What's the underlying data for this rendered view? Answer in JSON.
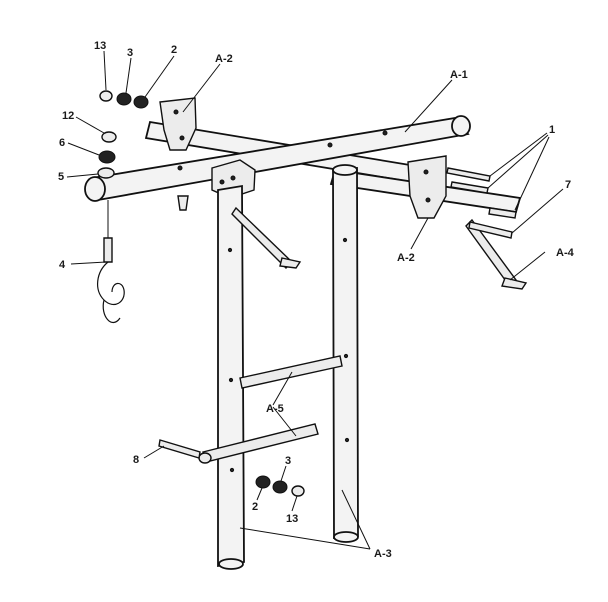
{
  "callouts": {
    "p13_top": "13",
    "p3_top": "3",
    "p2_top": "2",
    "a2_top": "A-2",
    "a1": "A-1",
    "p12": "12",
    "p6": "6",
    "p5": "5",
    "p1": "1",
    "p7": "7",
    "a2_right": "A-2",
    "a4": "A-4",
    "p4": "4",
    "a5": "A-5",
    "p8": "8",
    "p3_bottom": "3",
    "p2_bottom": "2",
    "p13_bottom": "13",
    "a3": "A-3"
  }
}
